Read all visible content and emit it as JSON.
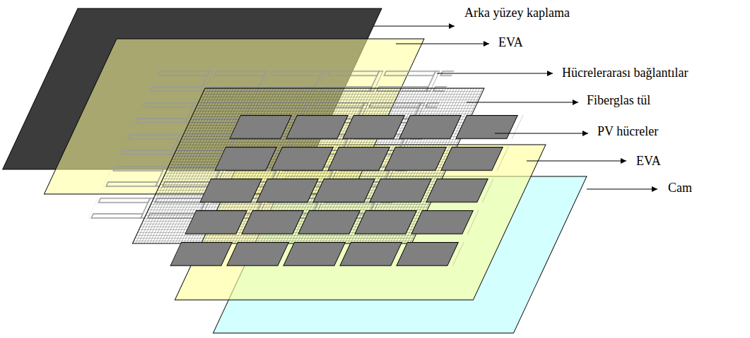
{
  "diagram": {
    "labels": [
      "Arka yüzey kaplama",
      "EVA",
      "Hücrelerarası bağlantılar",
      "Fiberglas tül",
      "PV hücreler",
      "EVA",
      "Cam"
    ]
  }
}
